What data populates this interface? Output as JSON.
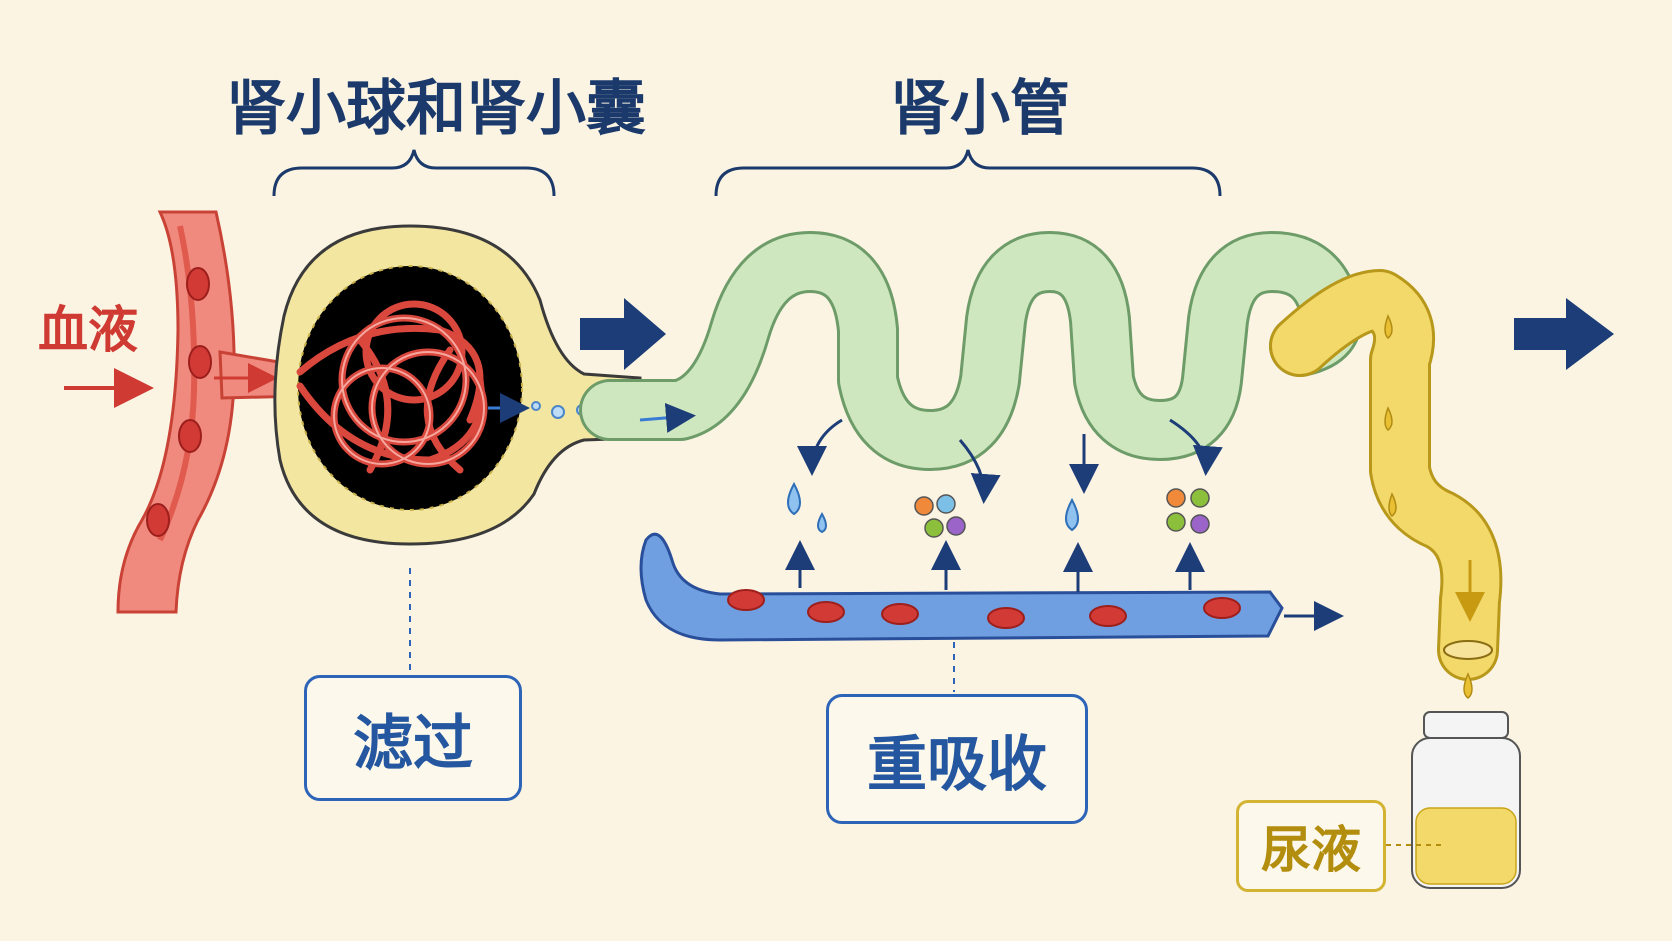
{
  "labels": {
    "glomerulus_capsule": "肾小球和肾小囊",
    "tubule": "肾小管",
    "blood": "血液",
    "filtration": "滤过",
    "reabsorption": "重吸收",
    "urine": "尿液"
  },
  "colors": {
    "background": "#fbf4e3",
    "heading": "#1b3a6b",
    "blood": "#cf3a33",
    "capsule": "#f4e9a6",
    "tubule": "#cfe7bf",
    "tubule_outline": "#7cb27a",
    "urine": "#f3d86a",
    "vein": "#6f9fe0",
    "box_border": "#2d64b8",
    "urine_box_border": "#d3b332"
  },
  "icons": [
    "flow-arrow-icon",
    "water-drop-icon",
    "nutrient-particles-icon",
    "red-blood-cell-icon",
    "urine-jar-icon"
  ]
}
